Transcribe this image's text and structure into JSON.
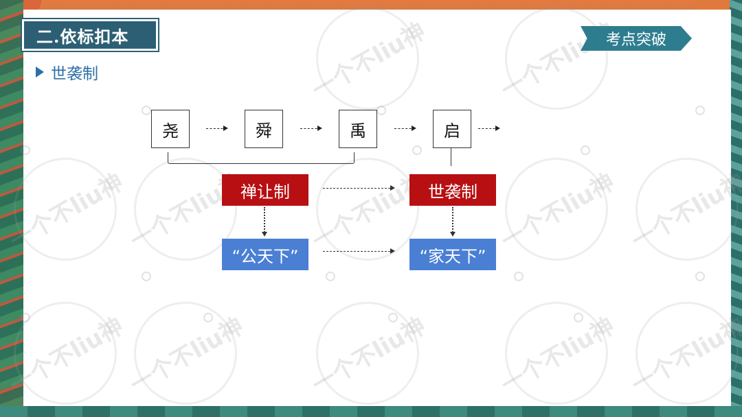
{
  "section_title": "二.依标扣本",
  "badge": "考点突破",
  "subheading": "世袭制",
  "rulers": [
    "尧",
    "舜",
    "禹",
    "启"
  ],
  "systems": {
    "shanrang": "禅让制",
    "shixi": "世袭制",
    "gongtianxia": "“公天下”",
    "jiatianxia": "“家天下”"
  },
  "watermark_text": "一个不liu神",
  "colors": {
    "red": "#b80f12",
    "blue": "#4a7fd4",
    "header": "#2d5f74",
    "badge": "#2e7d8f",
    "subheading": "#2d6fa8"
  }
}
